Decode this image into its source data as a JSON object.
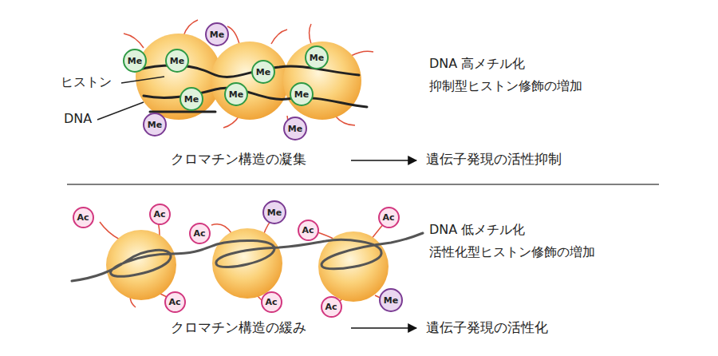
{
  "diagram": {
    "nodes": [
      {
        "text": [
          "Me"
        ]
      },
      {
        "text": [
          "Me"
        ]
      },
      {
        "text": [
          "Me"
        ]
      },
      {
        "text": [
          "Me"
        ]
      },
      {
        "text": [
          "Me"
        ]
      },
      {
        "text": [
          "Me"
        ]
      },
      {
        "text": [
          "Me"
        ]
      },
      {
        "text": [
          "Me"
        ]
      },
      {
        "text": [
          "Me"
        ]
      },
      {
        "text": [
          "Me"
        ]
      },
      {
        "text": [
          "Ac"
        ]
      },
      {
        "text": [
          "Ac"
        ]
      },
      {
        "text": [
          "Me"
        ]
      },
      {
        "text": [
          "Ac"
        ]
      },
      {
        "text": [
          "Ac"
        ]
      },
      {
        "text": [
          "Ac"
        ]
      },
      {
        "text": [
          "Ac"
        ]
      },
      {
        "text": [
          "Ac"
        ]
      },
      {
        "text": [
          "Ac"
        ]
      },
      {
        "text": [
          "Me"
        ]
      }
    ],
    "labels": [
      "ヒストン",
      "DNA",
      "DNA 高メチル化",
      "抑制型ヒストン修飾の増加",
      "クロマチン構造の凝集",
      "遺伝子発現の活性抑制",
      "DNA 低メチル化",
      "活性化型ヒストン修飾の増加",
      "クロマチン構造の緩み",
      "遺伝子発現の活性化"
    ]
  }
}
